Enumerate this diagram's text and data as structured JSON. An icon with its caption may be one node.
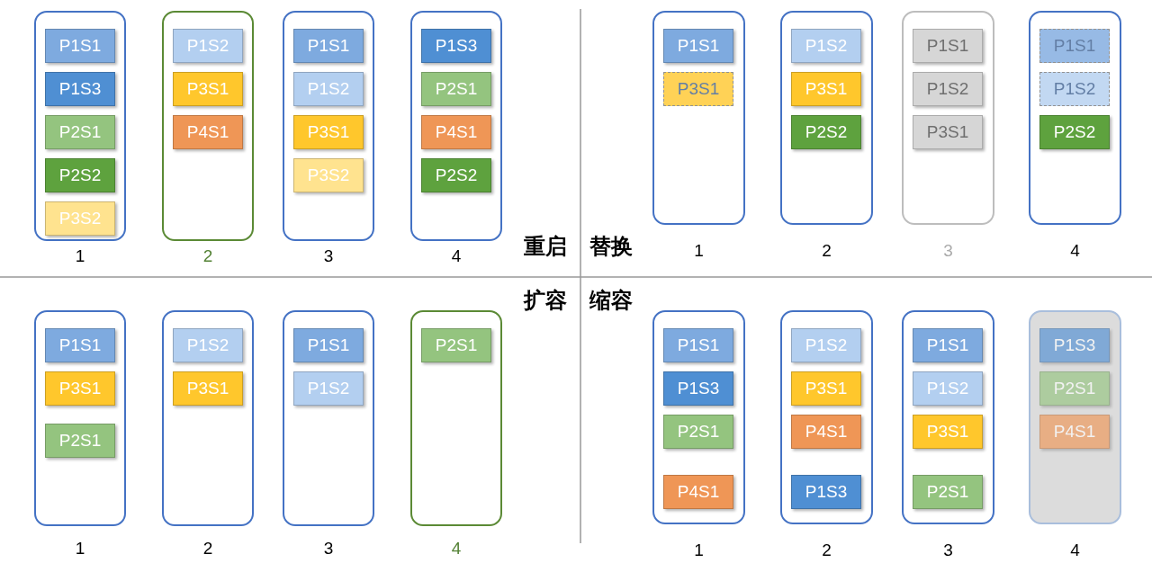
{
  "diagram": {
    "nodes": [
      {
        "text": [],
        "shape": "box",
        "beside": [
          "1"
        ]
      },
      {
        "text": [
          "P1S1"
        ],
        "in": 0
      },
      {
        "text": [
          "P1S3"
        ],
        "in": 0
      },
      {
        "text": [
          "P2S1"
        ],
        "in": 0
      },
      {
        "text": [
          "P2S2"
        ],
        "in": 0
      },
      {
        "text": [
          "P3S2"
        ],
        "in": 0
      },
      {
        "text": [],
        "shape": "box",
        "beside": [
          "2"
        ]
      },
      {
        "text": [
          "P1S2"
        ],
        "in": 6
      },
      {
        "text": [
          "P3S1"
        ],
        "in": 6
      },
      {
        "text": [
          "P4S1"
        ],
        "in": 6
      },
      {
        "text": [],
        "shape": "box",
        "beside": [
          "3"
        ]
      },
      {
        "text": [
          "P1S1"
        ],
        "in": 10
      },
      {
        "text": [
          "P1S2"
        ],
        "in": 10
      },
      {
        "text": [
          "P3S1"
        ],
        "in": 10
      },
      {
        "text": [
          "P3S2"
        ],
        "in": 10
      },
      {
        "text": [],
        "shape": "box",
        "beside": [
          "4"
        ]
      },
      {
        "text": [
          "P1S3"
        ],
        "in": 15
      },
      {
        "text": [
          "P2S1"
        ],
        "in": 15
      },
      {
        "text": [
          "P4S1"
        ],
        "in": 15
      },
      {
        "text": [
          "P2S2"
        ],
        "in": 15
      },
      {
        "text": [],
        "shape": "box",
        "beside": [
          "1"
        ]
      },
      {
        "text": [
          "P1S1"
        ],
        "in": 20
      },
      {
        "text": [
          "P3S1"
        ],
        "in": 20
      },
      {
        "text": [],
        "shape": "box",
        "beside": [
          "2"
        ]
      },
      {
        "text": [
          "P1S2"
        ],
        "in": 23
      },
      {
        "text": [
          "P3S1"
        ],
        "in": 23
      },
      {
        "text": [
          "P2S2"
        ],
        "in": 23
      },
      {
        "text": [],
        "shape": "box",
        "beside": [
          "3"
        ]
      },
      {
        "text": [
          "P1S1"
        ],
        "in": 27
      },
      {
        "text": [
          "P1S2"
        ],
        "in": 27
      },
      {
        "text": [
          "P3S1"
        ],
        "in": 27
      },
      {
        "text": [],
        "shape": "box",
        "beside": [
          "4"
        ]
      },
      {
        "text": [
          "P1S1"
        ],
        "in": 31
      },
      {
        "text": [
          "P1S2"
        ],
        "in": 31
      },
      {
        "text": [
          "P2S2"
        ],
        "in": 31
      },
      {
        "text": [],
        "shape": "box",
        "beside": [
          "1"
        ]
      },
      {
        "text": [
          "P1S1"
        ],
        "in": 35
      },
      {
        "text": [
          "P3S1"
        ],
        "in": 35
      },
      {
        "text": [
          "P2S1"
        ],
        "in": 35
      },
      {
        "text": [],
        "shape": "box",
        "beside": [
          "2"
        ]
      },
      {
        "text": [
          "P1S2"
        ],
        "in": 39
      },
      {
        "text": [
          "P3S1"
        ],
        "in": 39
      },
      {
        "text": [],
        "shape": "box",
        "beside": [
          "3"
        ]
      },
      {
        "text": [
          "P1S1"
        ],
        "in": 42
      },
      {
        "text": [
          "P1S2"
        ],
        "in": 42
      },
      {
        "text": [],
        "shape": "box",
        "beside": [
          "4"
        ]
      },
      {
        "text": [
          "P2S1"
        ],
        "in": 45
      },
      {
        "text": [],
        "shape": "box",
        "beside": [
          "1"
        ]
      },
      {
        "text": [
          "P1S1"
        ],
        "in": 47
      },
      {
        "text": [
          "P1S3"
        ],
        "in": 47
      },
      {
        "text": [
          "P2S1"
        ],
        "in": 47
      },
      {
        "text": [
          "P4S1"
        ],
        "in": 47
      },
      {
        "text": [],
        "shape": "box",
        "beside": [
          "2"
        ]
      },
      {
        "text": [
          "P1S2"
        ],
        "in": 52
      },
      {
        "text": [
          "P3S1"
        ],
        "in": 52
      },
      {
        "text": [
          "P4S1"
        ],
        "in": 52
      },
      {
        "text": [
          "P1S3"
        ],
        "in": 52
      },
      {
        "text": [],
        "shape": "box",
        "beside": [
          "3"
        ]
      },
      {
        "text": [
          "P1S1"
        ],
        "in": 57
      },
      {
        "text": [
          "P1S2"
        ],
        "in": 57
      },
      {
        "text": [
          "P3S1"
        ],
        "in": 57
      },
      {
        "text": [
          "P2S1"
        ],
        "in": 57
      },
      {
        "text": [],
        "shape": "box",
        "beside": [
          "4"
        ]
      },
      {
        "text": [
          "P1S3"
        ],
        "in": 62
      },
      {
        "text": [
          "P2S1"
        ],
        "in": 62
      },
      {
        "text": [
          "P4S1"
        ],
        "in": 62
      }
    ],
    "labels": [
      "重启",
      "替换",
      "扩容",
      "缩容"
    ]
  }
}
